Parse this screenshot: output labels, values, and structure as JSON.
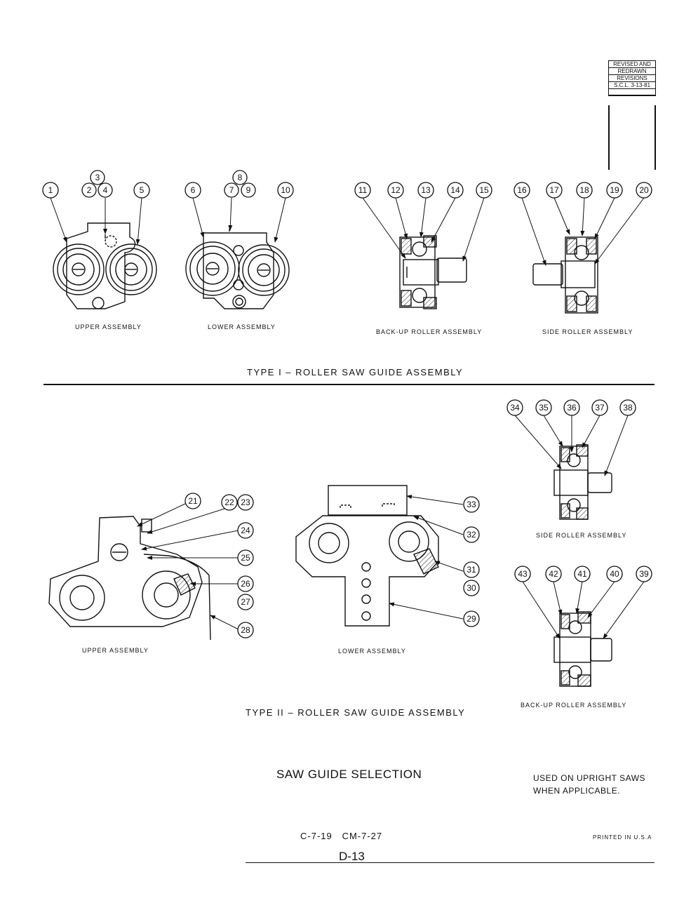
{
  "revision_block": {
    "line1": "REVISED AND",
    "line2": "REDRAWN",
    "line3": "REVISIONS",
    "line4": "S.C.L. 3-13-81"
  },
  "type1": {
    "title": "TYPE I – ROLLER SAW GUIDE ASSEMBLY",
    "upper_label": "UPPER ASSEMBLY",
    "lower_label": "LOWER ASSEMBLY",
    "backup_label": "BACK-UP ROLLER ASSEMBLY",
    "side_label": "SIDE ROLLER ASSEMBLY"
  },
  "type2": {
    "title": "TYPE II – ROLLER SAW GUIDE ASSEMBLY",
    "upper_label": "UPPER ASSEMBLY",
    "lower_label": "LOWER ASSEMBLY",
    "side_label": "SIDE ROLLER ASSEMBLY",
    "backup_label": "BACK-UP ROLLER ASSEMBLY"
  },
  "callouts": [
    "1",
    "2",
    "3",
    "4",
    "5",
    "6",
    "7",
    "8",
    "9",
    "10",
    "11",
    "12",
    "13",
    "14",
    "15",
    "16",
    "17",
    "18",
    "19",
    "20",
    "21",
    "22",
    "23",
    "24",
    "25",
    "26",
    "27",
    "28",
    "29",
    "30",
    "31",
    "32",
    "33",
    "34",
    "35",
    "36",
    "37",
    "38",
    "39",
    "40",
    "41",
    "42",
    "43"
  ],
  "footer": {
    "heading": "SAW GUIDE SELECTION",
    "note_line1": "USED ON UPRIGHT SAWS",
    "note_line2": "WHEN APPLICABLE.",
    "codes": "C-7-19   CM-7-27",
    "page": "D-13",
    "printed": "PRINTED IN U.S.A"
  }
}
